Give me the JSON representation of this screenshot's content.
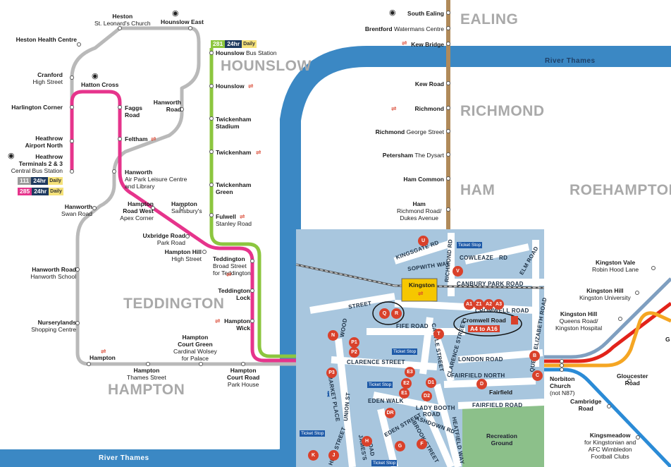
{
  "areas": {
    "ealing": "EALING",
    "hounslow": "HOUNSLOW",
    "richmond": "RICHMOND",
    "ham": "HAM",
    "roehampton": "ROEHAMPTON",
    "teddington": "TEDDINGTON",
    "hampton": "HAMPTON"
  },
  "rivers": {
    "top": "River Thames",
    "bottom": "River Thames"
  },
  "route_badges": {
    "r281": {
      "num": "281",
      "hours": "24hr",
      "daily": "Daily",
      "color": "#8cc63f"
    },
    "r111": {
      "num": "111",
      "hours": "24hr",
      "daily": "Daily",
      "color": "#9a9a9a"
    },
    "r285": {
      "num": "285",
      "hours": "24hr",
      "daily": "Daily",
      "color": "#e6348c"
    }
  },
  "left_stops": {
    "heston": {
      "name": "Heston",
      "sub": "St. Leonard's Church"
    },
    "hounslow_east": {
      "name": "Hounslow East"
    },
    "heston_health": {
      "name": "Heston Health Centre"
    },
    "hounslow_bus": {
      "name": "Hounslow",
      "sub": "Bus Station"
    },
    "cranford": {
      "name": "Cranford",
      "sub": "High Street"
    },
    "hatton_cross": {
      "name": "Hatton Cross"
    },
    "hounslow": {
      "name": "Hounslow"
    },
    "harlington": {
      "name": "Harlington Corner"
    },
    "faggs": {
      "name": "Faggs",
      "name2": "Road"
    },
    "hanworth_road": {
      "name": "Hanworth",
      "name2": "Road"
    },
    "twickenham_stadium": {
      "name": "Twickenham",
      "name2": "Stadium"
    },
    "heathrow_north": {
      "name": "Heathrow",
      "name2": "Airport North"
    },
    "feltham": {
      "name": "Feltham"
    },
    "twickenham": {
      "name": "Twickenham"
    },
    "heathrow_t23": {
      "name": "Heathrow",
      "name2": "Terminals 2 & 3",
      "sub": "Central Bus Station"
    },
    "hanworth": {
      "name": "Hanworth",
      "sub": "Air Park Leisure Centre",
      "sub2": "and Library"
    },
    "twickenham_green": {
      "name": "Twickenham",
      "name2": "Green"
    },
    "hanworth_swan": {
      "name": "Hanworth",
      "sub": "Swan Road"
    },
    "hampton_road_west": {
      "name": "Hampton",
      "name2": "Road West",
      "sub": "Apex Corner"
    },
    "hampton_sainsbury": {
      "name": "Hampton",
      "sub": "Sainsbury's"
    },
    "fulwell": {
      "name": "Fulwell",
      "sub": "Stanley Road"
    },
    "uxbridge_road": {
      "name": "Uxbridge Road",
      "sub": "Park Road"
    },
    "hampton_hill": {
      "name": "Hampton Hill",
      "sub": "High Street"
    },
    "teddington": {
      "name": "Teddington",
      "sub": "Broad Street",
      "sub2": "for Teddington"
    },
    "hanworth_road_school": {
      "name": "Hanworth Road",
      "sub": "Hanworth School"
    },
    "teddington_lock": {
      "name": "Teddington",
      "name2": "Lock"
    },
    "nurserylands": {
      "name": "Nurserylands",
      "sub": "Shopping Centre"
    },
    "hampton_wick": {
      "name": "Hampton",
      "name2": "Wick"
    },
    "hampton_court_green": {
      "name": "Hampton",
      "name2": "Court Green",
      "sub": "Cardinal Wolsey",
      "sub2": "for Palace"
    },
    "hampton": {
      "name": "Hampton"
    },
    "hampton_thames": {
      "name": "Hampton",
      "sub": "Thames Street"
    },
    "hampton_court_road": {
      "name": "Hampton",
      "name2": "Court Road",
      "sub": "Park House"
    }
  },
  "brown_stops": {
    "south_ealing": {
      "name": "South Ealing"
    },
    "brentford": {
      "name": "Brentford",
      "sub": "Watermans Centre"
    },
    "kew_bridge": {
      "name": "Kew Bridge"
    },
    "kew_road": {
      "name": "Kew Road"
    },
    "richmond": {
      "name": "Richmond"
    },
    "richmond_george": {
      "name": "Richmond",
      "sub": "George Street"
    },
    "petersham": {
      "name": "Petersham",
      "sub": "The Dysart"
    },
    "ham_common": {
      "name": "Ham Common"
    },
    "ham": {
      "name": "Ham",
      "sub": "Richmond Road/",
      "sub2": "Dukes Avenue"
    }
  },
  "right_stops": {
    "kingston_vale": {
      "name": "Kingston Vale",
      "sub": "Robin Hood Lane"
    },
    "kingston_hill": {
      "name": "Kingston Hill",
      "sub": "Kingston University"
    },
    "kingston_hill2": {
      "name": "Kingston Hill",
      "sub": "Queens Road/",
      "sub2": "Kingston Hospital"
    },
    "norbiton": {
      "name": "Norbiton",
      "name2": "Church",
      "sub": "(not N87)"
    },
    "gloucester": {
      "name": "Gloucester",
      "name2": "Road"
    },
    "cambridge": {
      "name": "Cambridge",
      "name2": "Road"
    },
    "kingsmeadow": {
      "name": "Kingsmeadow",
      "sub": "for Kingstonian and",
      "sub2": "AFC Wimbledon",
      "sub3": "Football Clubs"
    },
    "g_partial": {
      "name": "G"
    }
  },
  "town": {
    "kingston": "Kingston",
    "cromwell_road": "Cromwell Road",
    "cromwell_range": "A4 to A16",
    "fairfield": "Fairfield",
    "recreation": "Recreation",
    "recreation2": "Ground",
    "ticket_stop": "Ticket Stop",
    "streets": {
      "kingsgate": "KINGSGATE RD",
      "sopwith": "SOPWITH WAY",
      "coleweze": "COWLEAZE",
      "coleweze_rd": "RD",
      "elm": "ELM ROAD",
      "canbury": "CANBURY PARK ROAD",
      "cromwell": "CROMWELL ROAD",
      "queen_eliz": "QUEEN ELIZABETH ROAD",
      "street": "STREET",
      "wood": "WOOD",
      "fife": "FIFE ROAD",
      "richmond_rd": "RICHMOND RD",
      "castle": "CASTLE STREET",
      "clarence": "CLARENCE STREET",
      "clarence2": "CLARENCE STREET",
      "london": "LONDON ROAD",
      "fairfield_north": "FAIRFIELD NORTH",
      "fairfield_road": "FAIRFIELD ROAD",
      "eden_walk": "EDEN WALK",
      "lady_booth": "LADY BOOTH",
      "road": "ROAD",
      "ashdown": "ASHDOWN RD",
      "market": "MARKET PLACE",
      "union": "UNION ST",
      "eden": "EDEN STREET",
      "high": "HIGH STREET",
      "brook": "BROOK STREET",
      "james": "JAMES'S",
      "road2": "ROAD",
      "heatfield": "HEATFIELD WAY"
    },
    "stop_letters": [
      "U",
      "V",
      "Q",
      "R",
      "T",
      "N",
      "P1",
      "P2",
      "A1",
      "Z1",
      "A2",
      "A3",
      "B",
      "C",
      "E3",
      "E2",
      "D1",
      "E1",
      "D2",
      "P3",
      "DR",
      "H",
      "G",
      "F",
      "K",
      "J",
      "D"
    ]
  },
  "colors": {
    "grey_line": "#b9b9b9",
    "pink_line": "#e6348c",
    "green_line": "#8cc63f",
    "brown_line": "#b08a5a",
    "red_line": "#e2231a",
    "orange_line": "#f5a623",
    "blue_line": "#2b8bd6",
    "slate_line": "#7f9fc0",
    "river": "#3b88c4",
    "town_bg": "#a8c6de"
  }
}
